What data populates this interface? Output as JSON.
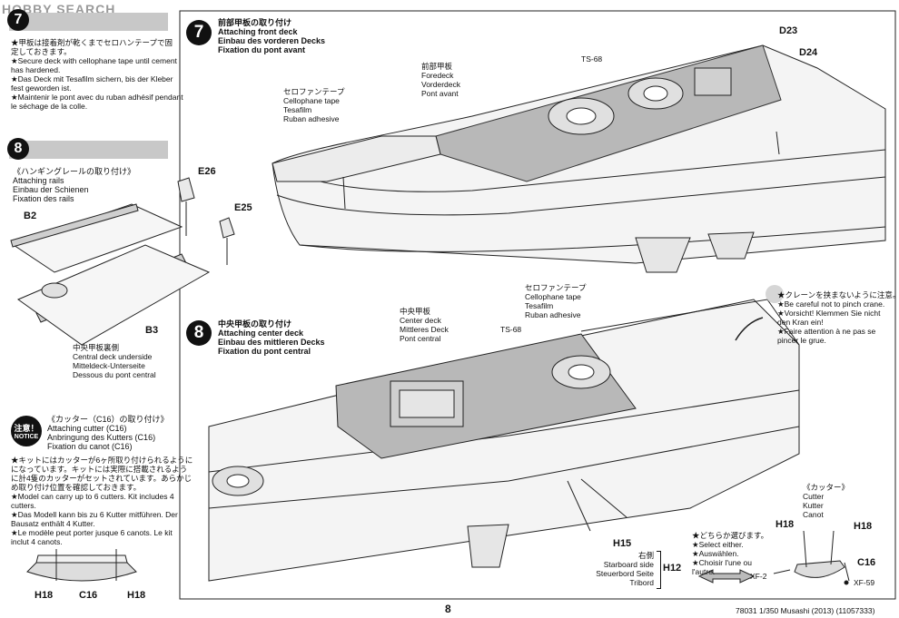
{
  "watermark": "HOBBY SEARCH",
  "step7_left": {
    "num": "7",
    "lines": [
      "★甲板は接着剤が乾くまでセロハンテープで固",
      "定しておきます。",
      "★Secure deck with cellophane tape until cement",
      "has hardened.",
      "★Das Deck mit Tesafilm sichern, bis der Kleber",
      "fest geworden ist.",
      "★Maintenir le pont avec du ruban adhésif pendant",
      "le séchage de la colle."
    ]
  },
  "step8_left": {
    "num": "8",
    "title": [
      "《ハンギングレールの取り付け》",
      "Attaching rails",
      "Einbau der Schienen",
      "Fixation des rails"
    ],
    "parts": {
      "b2": "B2",
      "b3": "B3",
      "e26": "E26",
      "e25": "E25"
    },
    "underside": [
      "中央甲板裏側",
      "Central deck underside",
      "Mitteldeck-Unterseite",
      "Dessous du pont central"
    ]
  },
  "notice": {
    "badge_jp": "注意！",
    "badge_en": "NOTICE",
    "title": [
      "《カッター（C16）の取り付け》",
      "Attaching cutter (C16)",
      "Anbringung des Kutters (C16)",
      "Fixation du canot (C16)"
    ],
    "lines": [
      "★キットにはカッターが6ヶ所取り付けられるように",
      "になっています。キットには実際に搭載されるよう",
      "に計4隻のカッターがセットされています。あらかじ",
      "め取り付け位置を確認しておきます。",
      "★Model can carry up to 6 cutters. Kit includes 4",
      "cutters.",
      "★Das Modell kann bis zu 6 Kutter mitführen. Der",
      "Bausatz enthält 4 Kutter.",
      "★Le modèle peut porter jusque 6 canots. Le kit",
      "inclut 4 canots."
    ],
    "parts": {
      "h18a": "H18",
      "c16": "C16",
      "h18b": "H18"
    }
  },
  "step7_main": {
    "num": "7",
    "title": [
      "前部甲板の取り付け",
      "Attaching front deck",
      "Einbau des vorderen Decks",
      "Fixation du pont avant"
    ],
    "foredeck": [
      "前部甲板",
      "Foredeck",
      "Vorderdeck",
      "Pont avant"
    ],
    "tape": [
      "セロファンテープ",
      "Cellophane tape",
      "Tesafilm",
      "Ruban adhesive"
    ],
    "ts": "TS-68",
    "d23": "D23",
    "d24": "D24"
  },
  "step8_main": {
    "num": "8",
    "title": [
      "中央甲板の取り付け",
      "Attaching center deck",
      "Einbau des mittleren Decks",
      "Fixation du pont central"
    ],
    "centerdeck": [
      "中央甲板",
      "Center deck",
      "Mittleres Deck",
      "Pont central"
    ],
    "tape": [
      "セロファンテープ",
      "Cellophane tape",
      "Tesafilm",
      "Ruban adhesive"
    ],
    "ts": "TS-68",
    "crane": [
      "★クレーンを挟まないように注意。",
      "★Be careful not to pinch crane.",
      "★Vorsicht! Klemmen Sie nicht",
      "den Kran ein!",
      "★Faire attention à ne pas se",
      "pincer le grue."
    ],
    "h15": "H15",
    "h12": "H12",
    "side": [
      "右側",
      "Starboard side",
      "Steuerbord Seite",
      "Tribord"
    ],
    "select": [
      "★どちらか選びます。",
      "★Select either.",
      "★Auswählen.",
      "★Choisir l'une ou",
      "l'autre."
    ],
    "cutter": [
      "《カッター》",
      "Cutter",
      "Kutter",
      "Canot"
    ],
    "cparts": {
      "h18a": "H18",
      "h18b": "H18",
      "c16": "C16",
      "xf2": "XF-2",
      "xf59": "XF-59"
    }
  },
  "footer": {
    "page": "8",
    "code": "78031  1/350 Musashi (2013) (11057333)"
  }
}
